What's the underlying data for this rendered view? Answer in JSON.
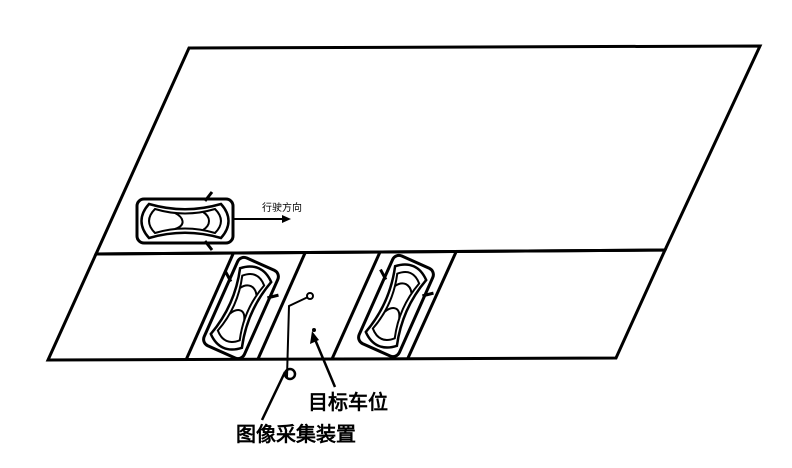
{
  "labels": {
    "driving_direction": "行驶方向",
    "target_spot": "目标车位",
    "capture_device": "图像采集装置"
  },
  "colors": {
    "stroke": "#000000",
    "background": "#ffffff"
  },
  "elements": {
    "moving_car": "car-top-view-icon",
    "parked_cars": [
      "car-top-view-icon",
      "car-top-view-icon"
    ],
    "direction_arrow": "arrow-right-icon",
    "camera": "camera-device-icon"
  }
}
